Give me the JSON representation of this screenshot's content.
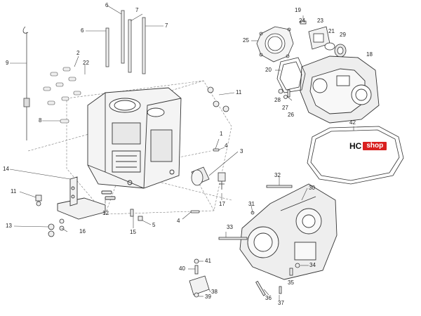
{
  "logo": {
    "prefix": "HC",
    "suffix": "shop",
    "accent": "#d9201f"
  },
  "callouts": [
    {
      "id": "1",
      "label": "1"
    },
    {
      "id": "2",
      "label": "2"
    },
    {
      "id": "3",
      "label": "3"
    },
    {
      "id": "4a",
      "label": "4"
    },
    {
      "id": "4b",
      "label": "4"
    },
    {
      "id": "5",
      "label": "5"
    },
    {
      "id": "6a",
      "label": "6"
    },
    {
      "id": "6b",
      "label": "6"
    },
    {
      "id": "7a",
      "label": "7"
    },
    {
      "id": "7b",
      "label": "7"
    },
    {
      "id": "8",
      "label": "8"
    },
    {
      "id": "9",
      "label": "9"
    },
    {
      "id": "11a",
      "label": "11"
    },
    {
      "id": "11b",
      "label": "11"
    },
    {
      "id": "12",
      "label": "12"
    },
    {
      "id": "13",
      "label": "13"
    },
    {
      "id": "14",
      "label": "14"
    },
    {
      "id": "15",
      "label": "15"
    },
    {
      "id": "16",
      "label": "16"
    },
    {
      "id": "17",
      "label": "17"
    },
    {
      "id": "18",
      "label": "18"
    },
    {
      "id": "19",
      "label": "19"
    },
    {
      "id": "20",
      "label": "20"
    },
    {
      "id": "21",
      "label": "21"
    },
    {
      "id": "22",
      "label": "22"
    },
    {
      "id": "23",
      "label": "23"
    },
    {
      "id": "24",
      "label": "24"
    },
    {
      "id": "25",
      "label": "25"
    },
    {
      "id": "26",
      "label": "26"
    },
    {
      "id": "27",
      "label": "27"
    },
    {
      "id": "28",
      "label": "28"
    },
    {
      "id": "29",
      "label": "29"
    },
    {
      "id": "30",
      "label": "30"
    },
    {
      "id": "31",
      "label": "31"
    },
    {
      "id": "32",
      "label": "32"
    },
    {
      "id": "33",
      "label": "33"
    },
    {
      "id": "34",
      "label": "34"
    },
    {
      "id": "35",
      "label": "35"
    },
    {
      "id": "36",
      "label": "36"
    },
    {
      "id": "37",
      "label": "37"
    },
    {
      "id": "38",
      "label": "38"
    },
    {
      "id": "39",
      "label": "39"
    },
    {
      "id": "40",
      "label": "40"
    },
    {
      "id": "41",
      "label": "41"
    },
    {
      "id": "42",
      "label": "42"
    }
  ]
}
